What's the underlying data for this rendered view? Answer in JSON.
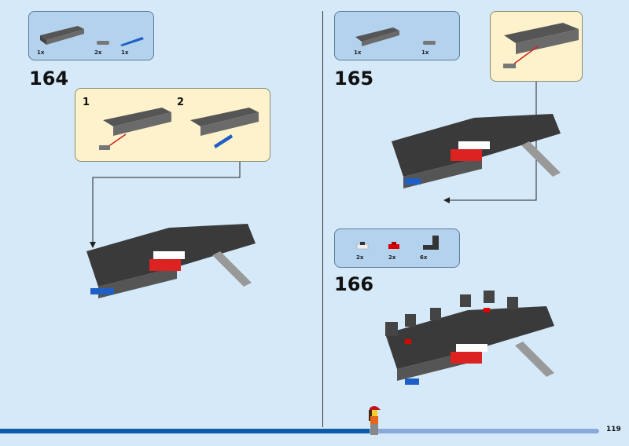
{
  "page_number": "119",
  "progress": 0.617,
  "colors": {
    "background": "#d5e9f8",
    "parts_box": "#b3d2ee",
    "callout": "#fdf2cb",
    "progress_fill": "#0c5ca8",
    "progress_track": "#88a9da"
  },
  "steps": [
    {
      "number": "164",
      "parts": [
        {
          "name": "technic-brick-1x6",
          "qty": "1x"
        },
        {
          "name": "pin-with-friction",
          "qty": "2x"
        },
        {
          "name": "axle-pin-blue",
          "qty": "1x"
        }
      ],
      "callout": {
        "substeps": [
          {
            "label": "1"
          },
          {
            "label": "2"
          }
        ]
      }
    },
    {
      "number": "165",
      "parts": [
        {
          "name": "technic-brick-1x6",
          "qty": "1x"
        },
        {
          "name": "pin-with-friction",
          "qty": "1x"
        }
      ]
    },
    {
      "number": "166",
      "parts": [
        {
          "name": "plate-1x1-white",
          "qty": "2x"
        },
        {
          "name": "plate-1x1-red",
          "qty": "2x"
        },
        {
          "name": "bracket-dark-grey",
          "qty": "6x"
        }
      ]
    }
  ]
}
